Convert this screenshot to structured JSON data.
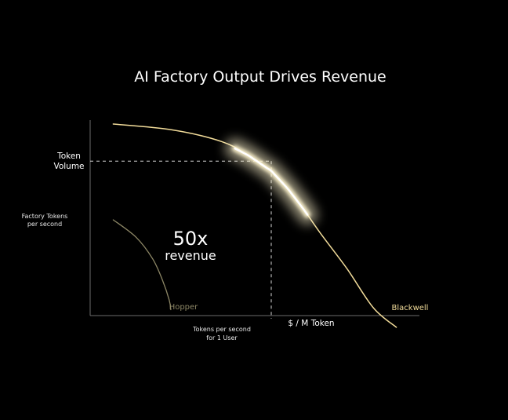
{
  "colors": {
    "background": "#000000",
    "axis": "#6b6b6b",
    "blackwell": "#f2dc9a",
    "hopper": "#8d8766",
    "guide": "#d9d9d9",
    "glow": "#fff5cf"
  },
  "chart_data": {
    "type": "line",
    "title": "AI Factory Output Drives Revenue",
    "xlabel_lines": [
      "Tokens per second",
      "for 1 User"
    ],
    "ylabel_lines": [
      "Factory Tokens",
      "per second"
    ],
    "xlim": [
      0,
      1
    ],
    "ylim": [
      0,
      1
    ],
    "series": [
      {
        "name": "Blackwell",
        "x": [
          0.07,
          0.25,
          0.4,
          0.48,
          0.55,
          0.6,
          0.65,
          0.7,
          0.78,
          0.86,
          0.93
        ],
        "y": [
          0.98,
          0.95,
          0.89,
          0.82,
          0.74,
          0.65,
          0.54,
          0.42,
          0.24,
          0.04,
          -0.06
        ]
      },
      {
        "name": "Hopper",
        "x": [
          0.07,
          0.14,
          0.19,
          0.22,
          0.24,
          0.245
        ],
        "y": [
          0.49,
          0.4,
          0.29,
          0.18,
          0.08,
          0.03
        ]
      }
    ],
    "annotations": {
      "ref_y_label_lines": [
        "Token",
        "Volume"
      ],
      "ref_x_label": "$ / M Token",
      "ref_point": {
        "x": 0.55,
        "y": 0.79
      },
      "callout_value": "50x",
      "callout_unit": "revenue",
      "highlight_x_range": [
        0.44,
        0.66
      ]
    }
  }
}
